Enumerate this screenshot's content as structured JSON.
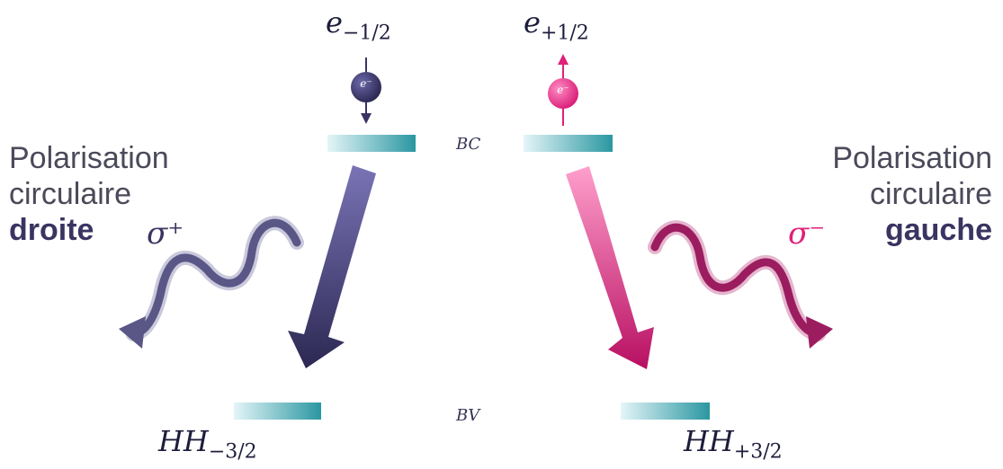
{
  "states": {
    "e_minus": {
      "base": "e",
      "sub": "−1/2"
    },
    "e_plus": {
      "base": "e",
      "sub": "+1/2"
    },
    "hh_minus": {
      "base": "HH",
      "sub": "−3/2"
    },
    "hh_plus": {
      "base": "HH",
      "sub": "+3/2"
    }
  },
  "bands": {
    "conduction": "BC",
    "valence": "BV"
  },
  "electron_symbol": "e⁻",
  "left_polarization": {
    "line1": "Polarisation",
    "line2": "circulaire",
    "direction": "droite",
    "symbol": "σ⁺"
  },
  "right_polarization": {
    "line1": "Polarisation",
    "line2": "circulaire",
    "direction": "gauche",
    "symbol": "σ⁻"
  },
  "colors": {
    "navy": "#3a3462",
    "pink": "#e0207a",
    "magenta": "#a0185a",
    "band_teal": "#2c9aa4",
    "band_light": "#d8f0f4"
  }
}
